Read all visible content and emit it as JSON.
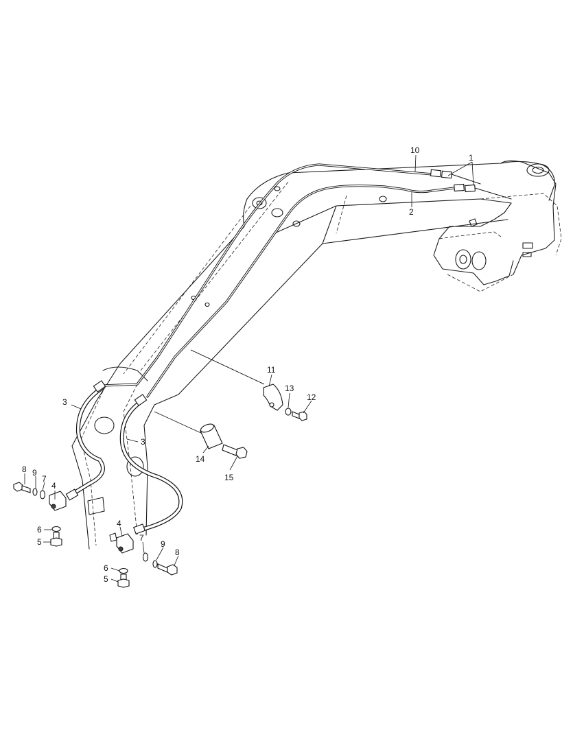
{
  "callouts": {
    "c10": "10",
    "c1": "1",
    "c2": "2",
    "c3a": "3",
    "c3b": "3",
    "c4a": "4",
    "c4b": "4",
    "c5a": "5",
    "c5b": "5",
    "c6a": "6",
    "c6b": "6",
    "c7a": "7",
    "c7b": "7",
    "c8a": "8",
    "c8b": "8",
    "c9a": "9",
    "c9b": "9",
    "c11": "11",
    "c12": "12",
    "c13": "13",
    "c14": "14",
    "c15": "15"
  }
}
